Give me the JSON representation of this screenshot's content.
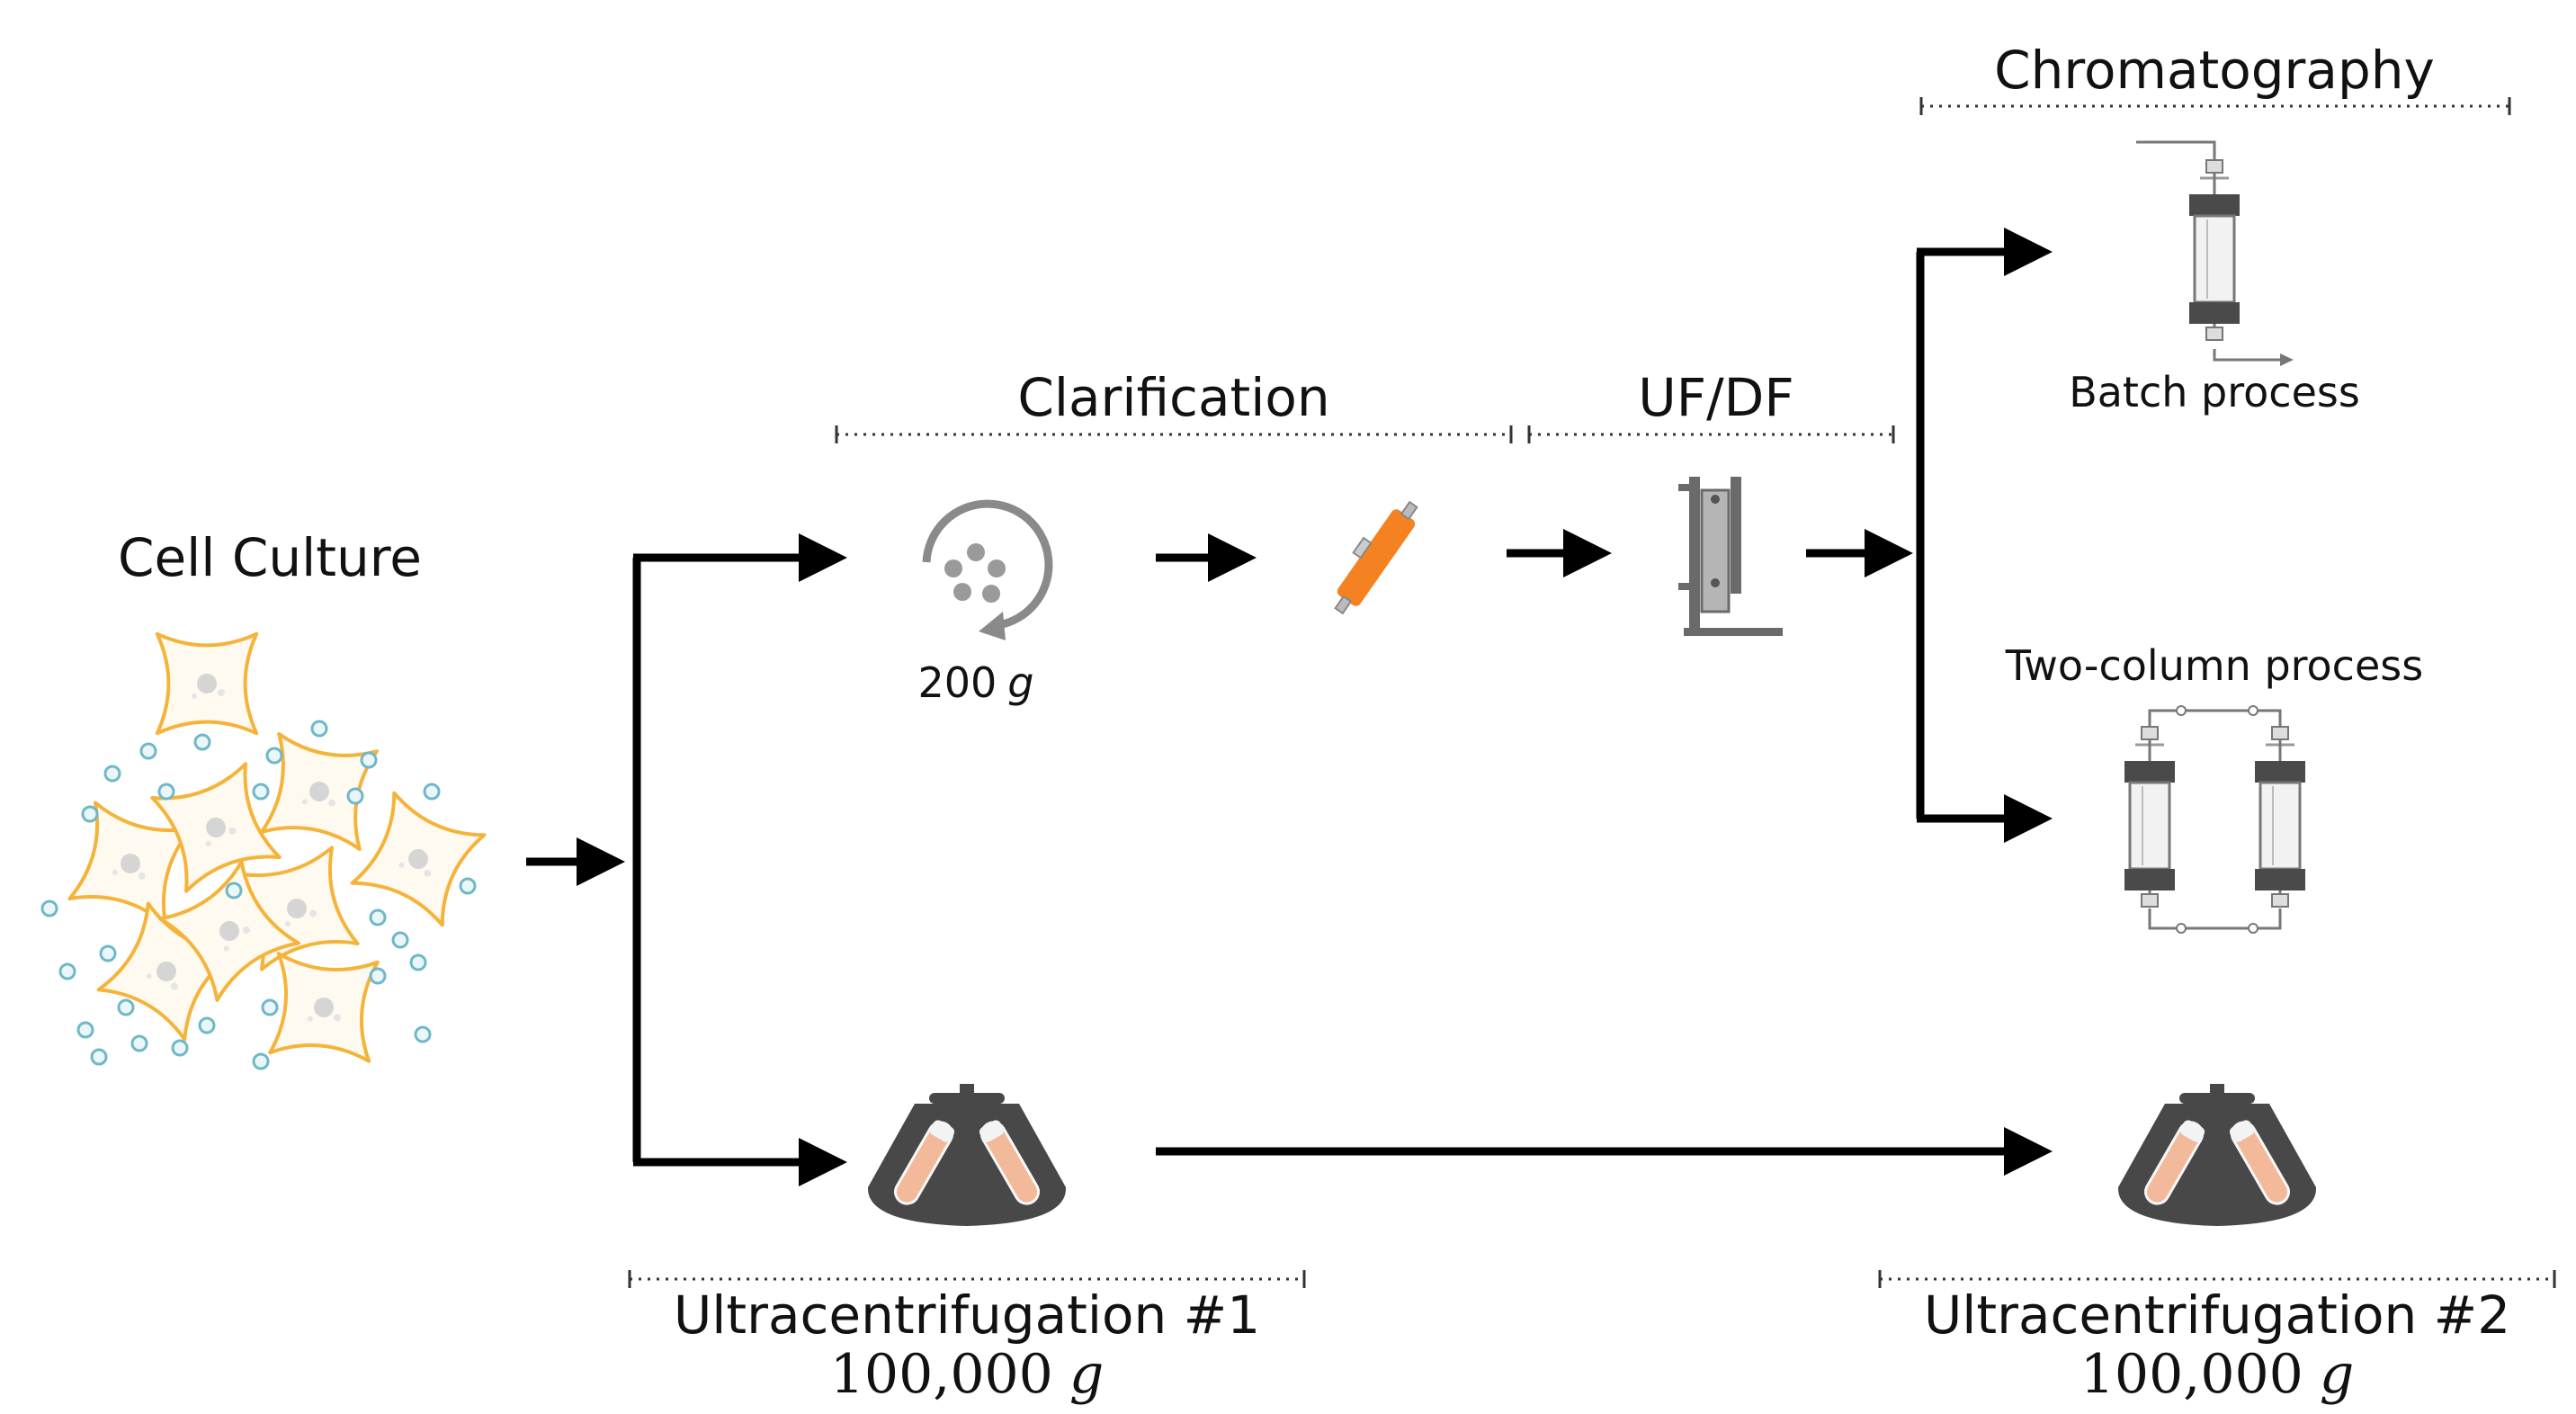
{
  "labels": {
    "cell_culture": "Cell Culture",
    "clarification": "Clarification",
    "ufdf": "UF/DF",
    "chromatography": "Chromatography",
    "batch_process": "Batch process",
    "two_column_process": "Two-column process",
    "low_speed": "200",
    "g_unit": "g",
    "uc1": "Ultracentrifugation #1",
    "uc2": "Ultracentrifugation #2",
    "uc_speed": "100,000"
  },
  "colors": {
    "cell_outline": "#f5b33a",
    "vesicle": "#6fb8c8",
    "filter": "#f58220",
    "rotor": "#484848",
    "tube": "#f2b99a",
    "column_cap": "#4a4a4a",
    "gray_icon": "#8a8a8a"
  },
  "icons": [
    "cell-culture-icon",
    "centrifuge-icon",
    "syringe-filter-icon",
    "tff-cassette-icon",
    "column-icon",
    "ultracentrifuge-rotor-icon"
  ]
}
